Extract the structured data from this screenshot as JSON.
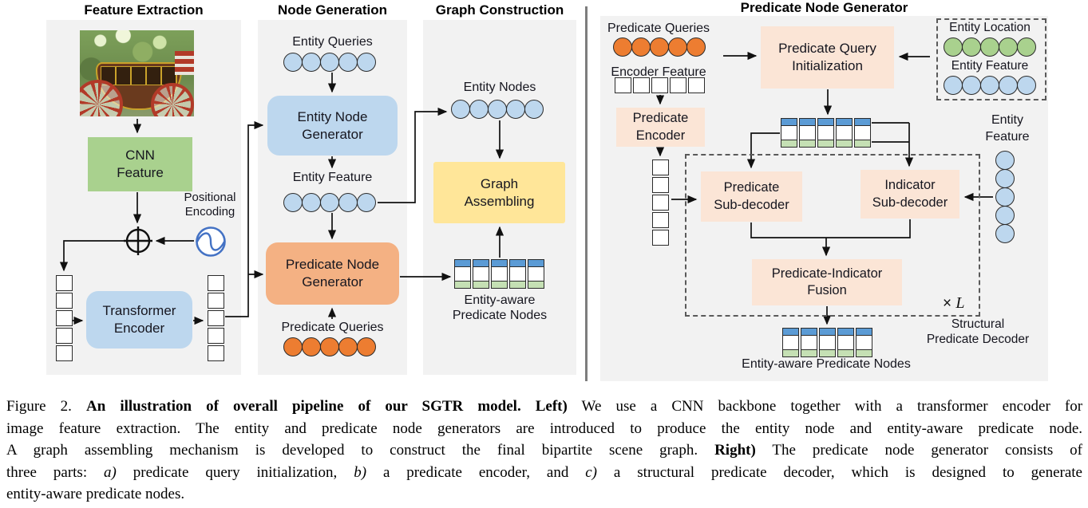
{
  "colors": {
    "panelGray": "#f2f2f2",
    "greenBox": "#a9d18e",
    "blueBox": "#bdd7ee",
    "orangeBox": "#f4b183",
    "yellowBox": "#ffe699",
    "peachBox": "#fbe5d6",
    "circleBlue": "#bdd7ee",
    "circleOrange": "#ed7d31",
    "circleGreen": "#a9d18e",
    "tokenBlue": "#5b9bd5",
    "tokenGreen": "#c5e0b4",
    "accentBlue": "#4472c4"
  },
  "counts": {
    "row": 5,
    "stack": 5
  },
  "fe": {
    "title": "Feature Extraction",
    "cnn": "CNN\nFeature",
    "pos": "Positional\nEncoding",
    "tx": "Transformer\nEncoder"
  },
  "ng": {
    "title": "Node Generation",
    "eq": "Entity Queries",
    "eng": "Entity Node\nGenerator",
    "ef": "Entity Feature",
    "png": "Predicate Node\nGenerator",
    "pq": "Predicate Queries"
  },
  "gc": {
    "title": "Graph Construction",
    "en": "Entity Nodes",
    "ga": "Graph\nAssembling",
    "out": "Entity-aware\nPredicate Nodes"
  },
  "rp": {
    "title": "Predicate Node Generator",
    "pq": "Predicate Queries",
    "encf": "Encoder Feature",
    "pe": "Predicate\nEncoder",
    "pqi": "Predicate Query\nInitialization",
    "el": "Entity Location",
    "ef": "Entity Feature",
    "efr": "Entity\nFeature",
    "psd": "Predicate\nSub-decoder",
    "isd": "Indicator\nSub-decoder",
    "fus": "Predicate-Indicator\nFusion",
    "times": "×",
    "l": "L",
    "struct": "Structural\nPredicate Decoder",
    "out": "Entity-aware Predicate Nodes"
  },
  "caption": {
    "lines": [
      [
        {
          "t": "Figure 2. "
        },
        {
          "t": "An illustration of overall pipeline of our SGTR model. Left)",
          "b": true
        },
        {
          "t": " We use a CNN backbone together with a transformer encoder for"
        }
      ],
      [
        {
          "t": "image feature extraction. The entity and predicate node generators are introduced to produce the entity node and entity-aware predicate node."
        }
      ],
      [
        {
          "t": "A graph assembling mechanism is developed to construct the final bipartite scene graph. "
        },
        {
          "t": "Right)",
          "b": true
        },
        {
          "t": " The predicate node generator consists of"
        }
      ],
      [
        {
          "t": "three parts: "
        },
        {
          "t": "a)",
          "i": true
        },
        {
          "t": " predicate query initialization, "
        },
        {
          "t": "b)",
          "i": true
        },
        {
          "t": " a predicate encoder, and "
        },
        {
          "t": "c)",
          "i": true
        },
        {
          "t": " a structural predicate decoder, which is designed to generate"
        }
      ],
      [
        {
          "t": "entity-aware predicate nodes."
        }
      ]
    ]
  }
}
